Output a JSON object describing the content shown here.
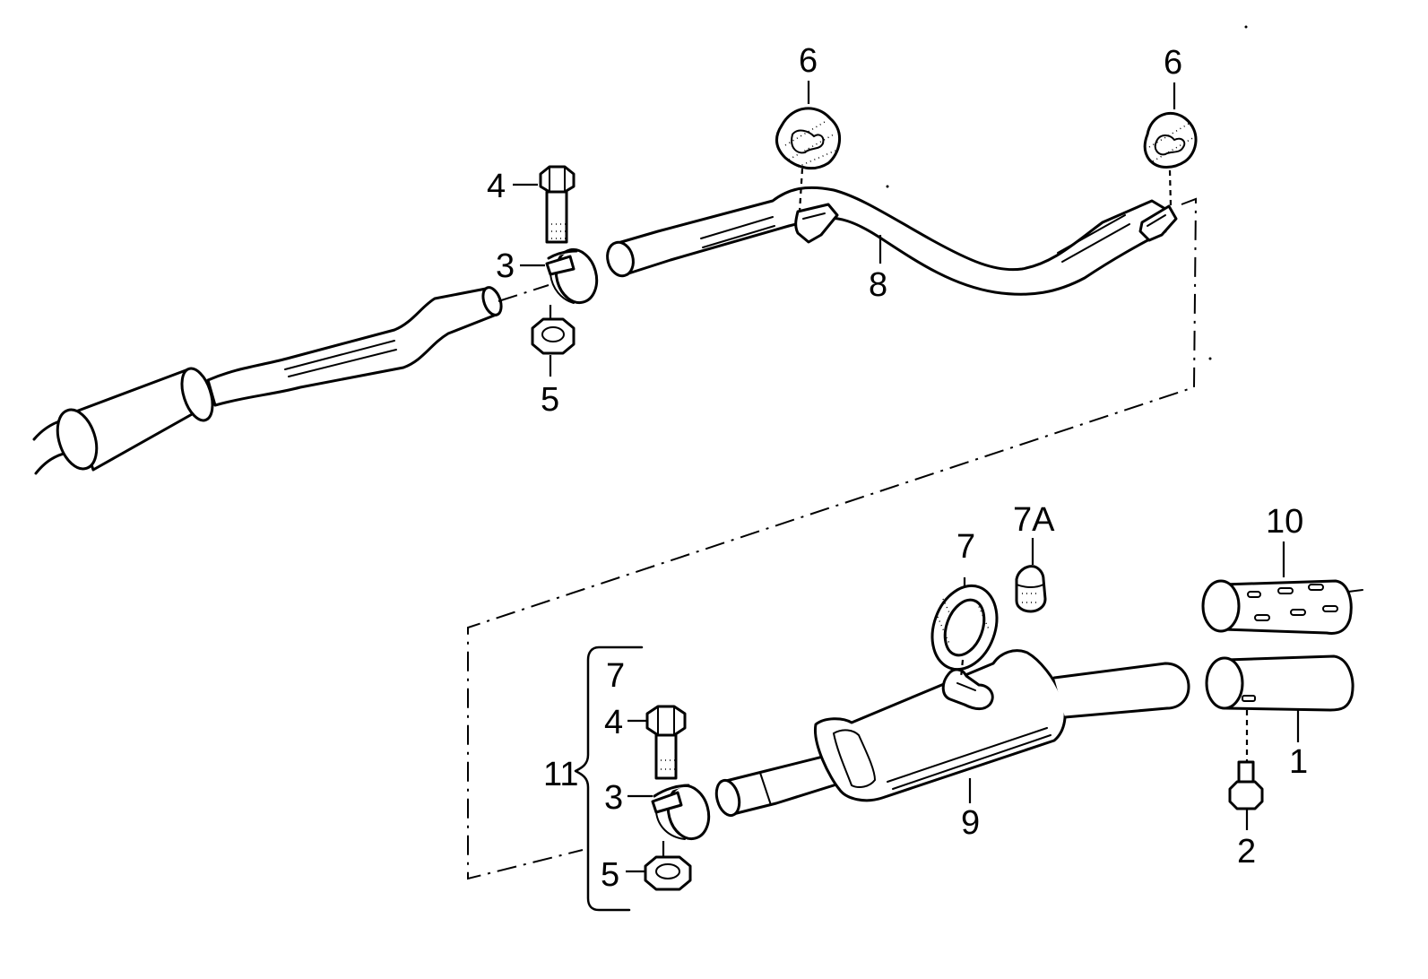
{
  "diagram": {
    "callouts": {
      "upper_bolt": "4",
      "upper_clamp": "3",
      "upper_nut": "5",
      "hanger_left": "6",
      "hanger_right": "6",
      "intermediate_pipe": "8",
      "gasket": "7",
      "rubber_bump": "7A",
      "tail_trim_perforated": "10",
      "tail_trim": "1",
      "tail_screw": "2",
      "rear_muffler": "9",
      "kit_gasket": "7",
      "kit_bolt": "4",
      "kit_clamp": "3",
      "kit_nut": "5",
      "kit": "11"
    }
  }
}
